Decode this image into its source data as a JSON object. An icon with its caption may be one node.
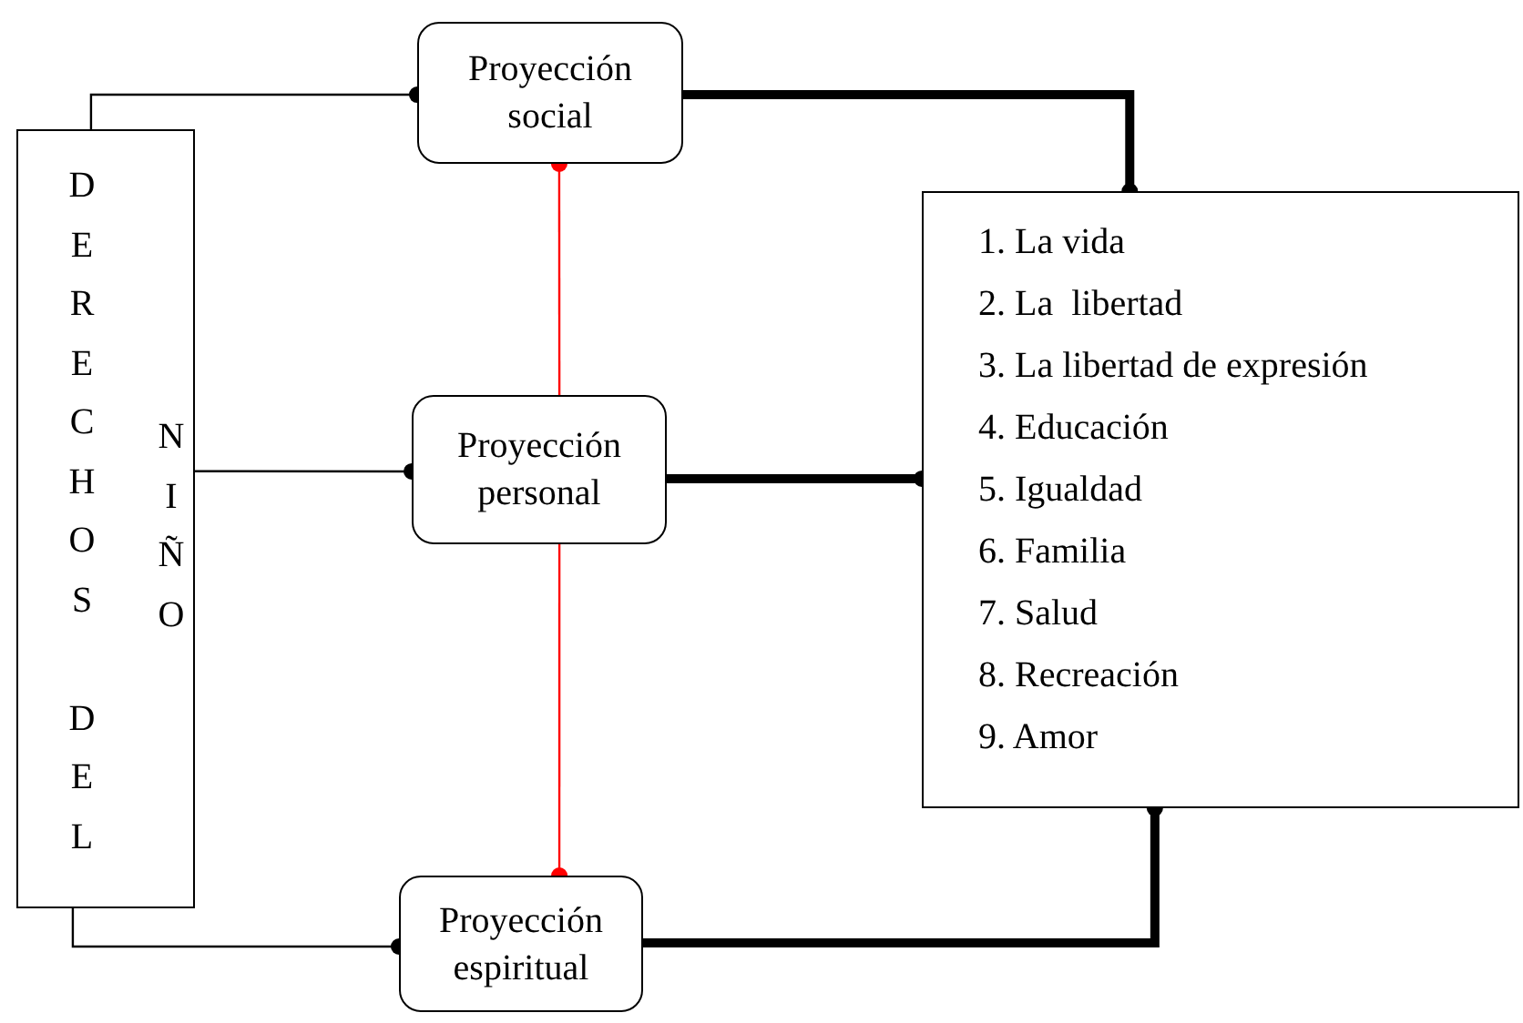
{
  "diagram": {
    "nodes": [
      {
        "text": [
          "DERECHOS DEL",
          "NIÑO"
        ]
      },
      {
        "text": [
          "Proyección social"
        ]
      },
      {
        "text": [
          "Proyección personal"
        ]
      },
      {
        "text": [
          "Proyección espiritual"
        ]
      },
      {
        "text": [
          "1. La vida",
          "2. La  libertad",
          "3. La libertad de expresión",
          "4. Educación",
          "5. Igualdad",
          "6. Familia",
          "7. Salud",
          "8. Recreación",
          "9. Amor"
        ]
      }
    ],
    "edges": [
      {
        "from": 0,
        "to": 1,
        "arrow": "other"
      },
      {
        "from": 0,
        "to": 2,
        "arrow": "other"
      },
      {
        "from": 0,
        "to": 3,
        "arrow": "other"
      },
      {
        "from": 1,
        "to": 4,
        "arrow": "other",
        "style": "thick"
      },
      {
        "from": 2,
        "to": 4,
        "arrow": "other",
        "style": "thick"
      },
      {
        "from": 3,
        "to": 4,
        "arrow": "other",
        "style": "thick"
      },
      {
        "from": 2,
        "to": 1,
        "arrow": "other",
        "color": "#ff0000"
      },
      {
        "from": 2,
        "to": 3,
        "arrow": "other",
        "color": "#ff0000"
      }
    ]
  }
}
